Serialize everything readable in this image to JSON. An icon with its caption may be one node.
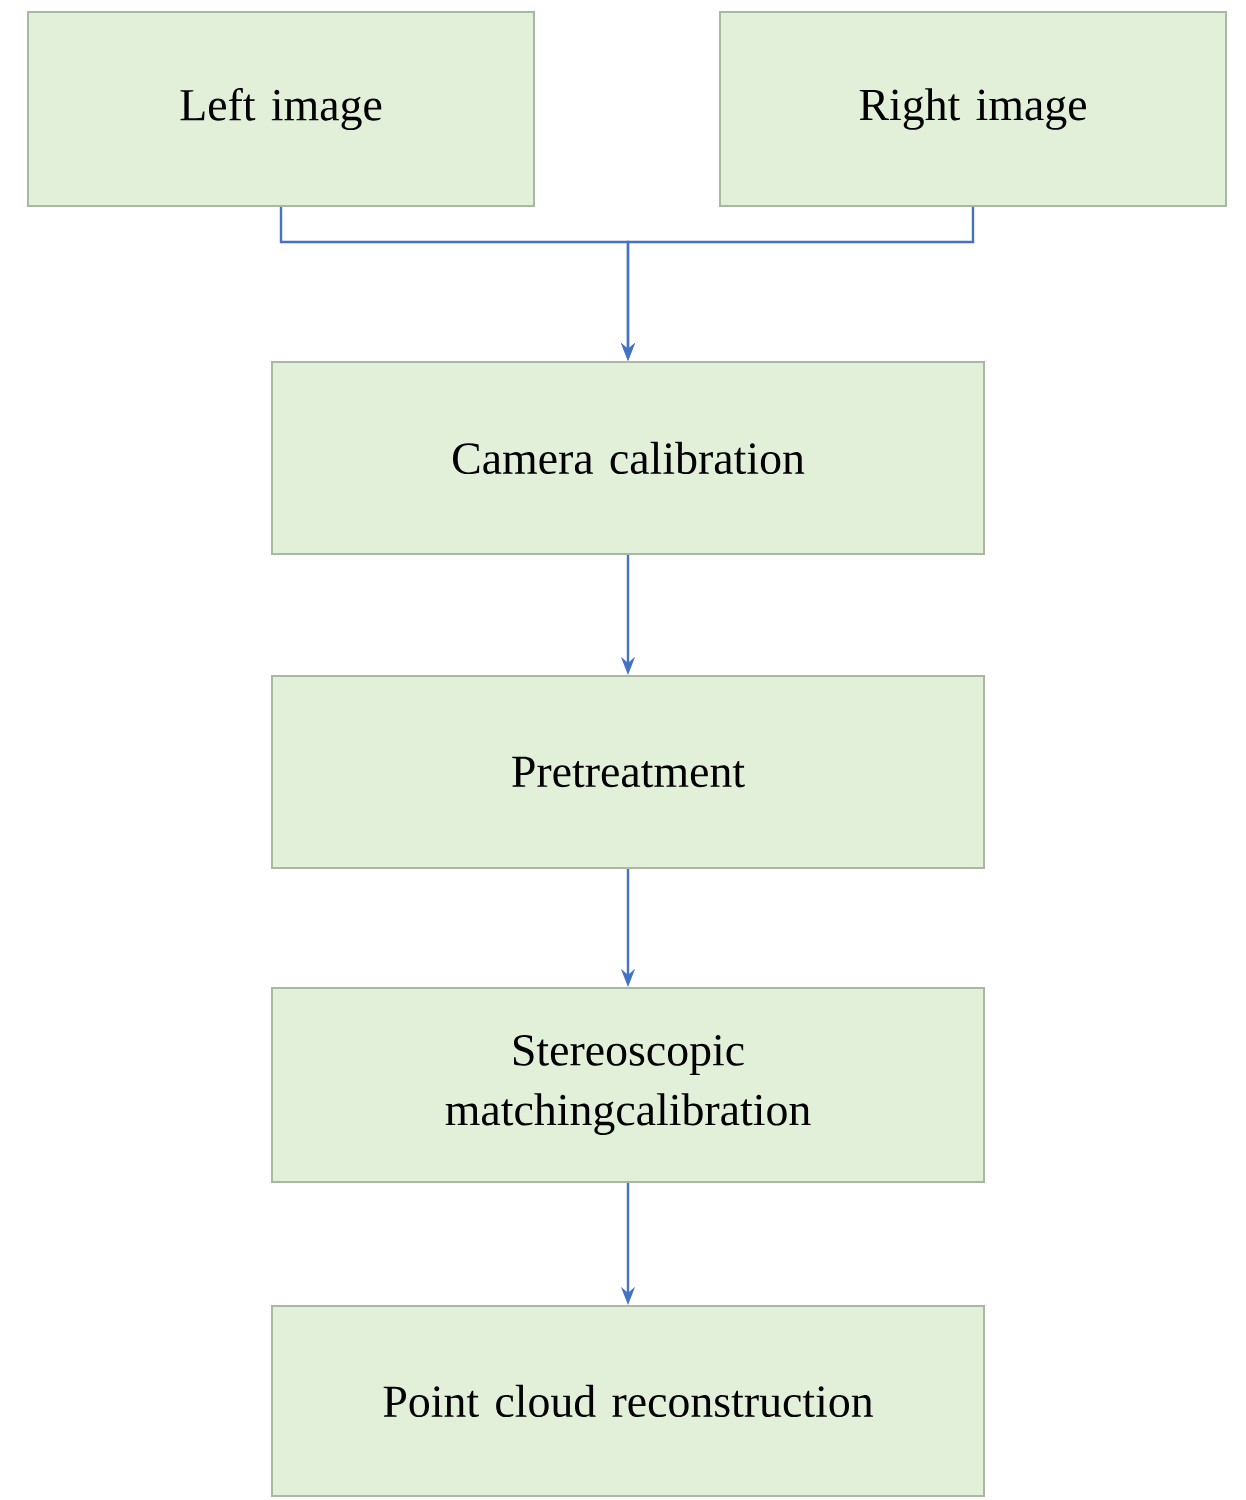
{
  "diagram": {
    "nodes": [
      {
        "text": [
          "Left image"
        ]
      },
      {
        "text": [
          "Right image"
        ]
      },
      {
        "text": [
          "Camera calibration"
        ]
      },
      {
        "text": [
          "Pretreatment"
        ]
      },
      {
        "text": [
          "Stereoscopic matchingcalibration"
        ]
      },
      {
        "text": [
          "Point cloud reconstruction"
        ]
      }
    ],
    "edges": [
      {
        "from": 0,
        "to": 2,
        "arrow": "to"
      },
      {
        "from": 1,
        "to": 2,
        "arrow": "to"
      },
      {
        "from": 2,
        "to": 3,
        "arrow": "to"
      },
      {
        "from": 3,
        "to": 4,
        "arrow": "to"
      },
      {
        "from": 4,
        "to": 5,
        "arrow": "to"
      }
    ]
  }
}
